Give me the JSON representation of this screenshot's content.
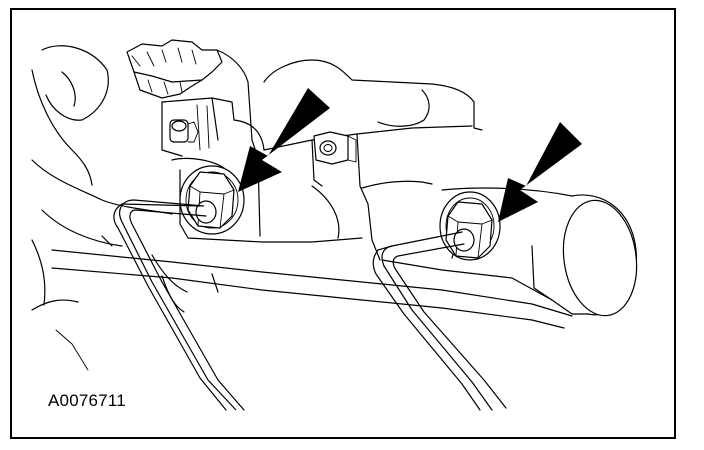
{
  "figure": {
    "id_label": "A0076711"
  },
  "colors": {
    "ink": "#000000",
    "paper": "#ffffff"
  },
  "callouts": [
    {
      "name": "arrow-left-fitting",
      "points_to": "left-tube-nut-fitting"
    },
    {
      "name": "arrow-right-fitting",
      "points_to": "right-tube-nut-fitting"
    }
  ]
}
